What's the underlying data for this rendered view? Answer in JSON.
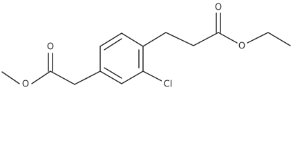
{
  "structure": {
    "atoms": {
      "left_ester_carbonyl_oxygen": "O",
      "left_ester_single_oxygen": "O",
      "chlorine": "Cl",
      "right_ester_carbonyl_oxygen": "O",
      "right_ester_single_oxygen": "O"
    }
  }
}
